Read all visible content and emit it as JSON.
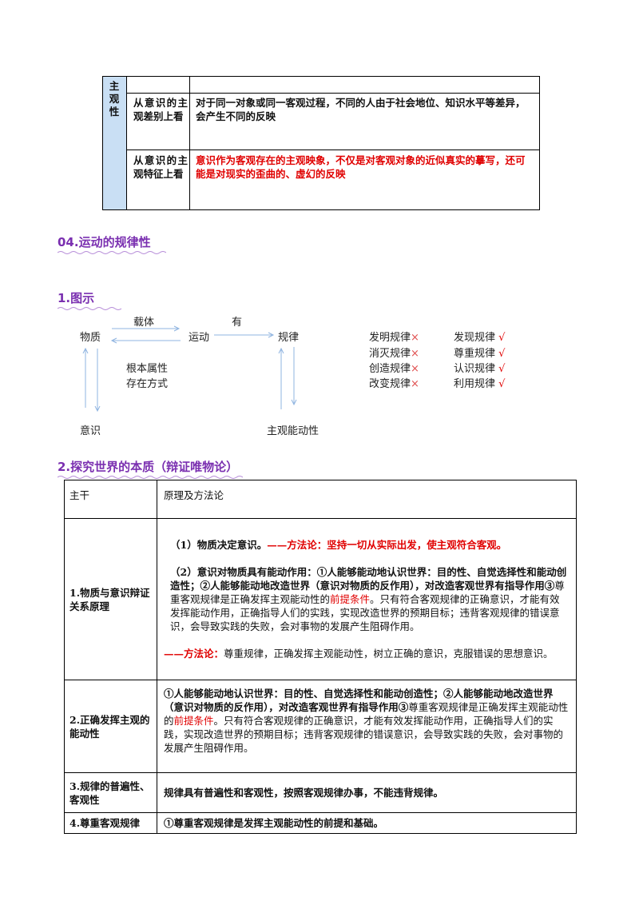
{
  "table1": {
    "side_label": "主观性",
    "rows": [
      {
        "label": "",
        "text": ""
      },
      {
        "label": "从意识的主观差别上看",
        "text": "对于同一对象或同一客观过程，不同的人由于社会地位、知识水平等差异，会产生不同的反映"
      },
      {
        "label": "从意识的主观特征上看",
        "text": "意识作为客观存在的主观映象，不仅是对客观对象的近似真实的摹写，还可能是对现实的歪曲的、虚幻的反映"
      }
    ]
  },
  "heading_04": "04.运动的规律性",
  "heading_1": "1.图示",
  "diagram": {
    "zaiti": "载体",
    "you": "有",
    "wuzhi": "物质",
    "yundong": "运动",
    "guilv": "规律",
    "genben": "根本属性",
    "cunzai": "存在方式",
    "yishi": "意识",
    "zhuguan": "主观能动性",
    "wrong": [
      {
        "text": "发明规律",
        "mark": "×"
      },
      {
        "text": "消灭规律",
        "mark": "×"
      },
      {
        "text": "创造规律",
        "mark": "×"
      },
      {
        "text": "改变规律",
        "mark": "×"
      }
    ],
    "right": [
      {
        "text": "发现规律",
        "mark": "√"
      },
      {
        "text": "尊重规律",
        "mark": "√"
      },
      {
        "text": "认识规律",
        "mark": "√"
      },
      {
        "text": "利用规律",
        "mark": "√"
      }
    ]
  },
  "heading_2": "2.探究世界的本质（辩证唯物论）",
  "table2": {
    "header": {
      "left": "主干",
      "right": "原理及方法论"
    },
    "r1": {
      "label": "1.物质与意识辩证关系原理",
      "p1_a": "（1）物质决定意识。",
      "p1_b": "——方法论：坚持一切从实际出发，使主观符合客观。",
      "p2_a": "（2）意识对物质具有能动作用：①人能够能动地认识世界：目的性、自觉选择性和能动创造性；②人能够能动地改造世界（意识对物质的反作用），对改造客观世界有指导作用③",
      "p2_b": "尊重客观规律是正确发挥主观能动性的",
      "p2_c": "前提条件",
      "p2_d": "。只有符合客观规律的正确意识，才能有效发挥能动作用，正确指导人们的实践，实现改造世界的预期目标；违背客观规律的错误意识，会导致实践的失败，会对事物的发展产生阻碍作用。",
      "p3_a": "——方法论：",
      "p3_b": "尊重规律，正确发挥主观能动性，树立正确的意识，克服错误的思想意识。"
    },
    "r2": {
      "label": "2.正确发挥主观的能动性",
      "a": "①人能够能动地认识世界：目的性、自觉选择性和能动创造性；②人能够能动地改造世界（意识对物质的反作用），对改造客观世界有指导作用③",
      "b": "尊重客观规律是正确发挥主观能动性的",
      "c": "前提条件",
      "d": "。只有符合客观规律的正确意识，才能有效发挥能动作用，正确指导人们的实践，实现改造世界的预期目标；违背客观规律的错误意识，会导致实践的失败，会对事物的发展产生阻碍作用。"
    },
    "r3": {
      "label": "3.规律的普遍性、客观性",
      "text": "规律具有普遍性和客观性，按照客观规律办事，不能违背规律。"
    },
    "r4": {
      "label": "4.尊重客观规律",
      "text": "①尊重客观规律是发挥主观能动性的前提和基础。"
    }
  },
  "colors": {
    "heading": "#7a2fb0",
    "red": "#e00000",
    "side_fill": "#c9dff4",
    "arrow": "#8fb4e0"
  }
}
